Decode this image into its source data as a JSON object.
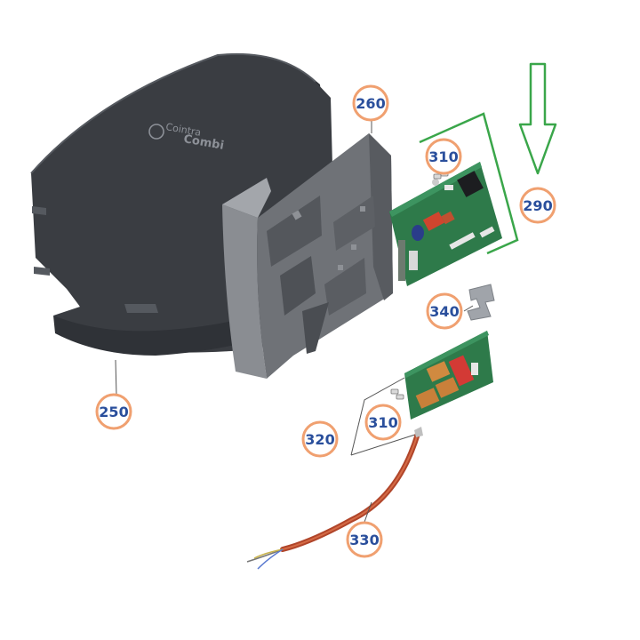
{
  "diagram": {
    "callouts": {
      "c250": "250",
      "c260": "260",
      "c290": "290",
      "c310a": "310",
      "c310b": "310",
      "c320": "320",
      "c330": "330",
      "c340": "340"
    },
    "casing_logo": {
      "brand": "Cointra",
      "model": "Combi"
    },
    "colors": {
      "callout_ring": "#f0a070",
      "callout_text": "#2a4f9c",
      "highlight": "#3aa64a",
      "casing": "#3a3d42",
      "pcb": "#2e7a4a",
      "cable": "#b0452a"
    }
  }
}
